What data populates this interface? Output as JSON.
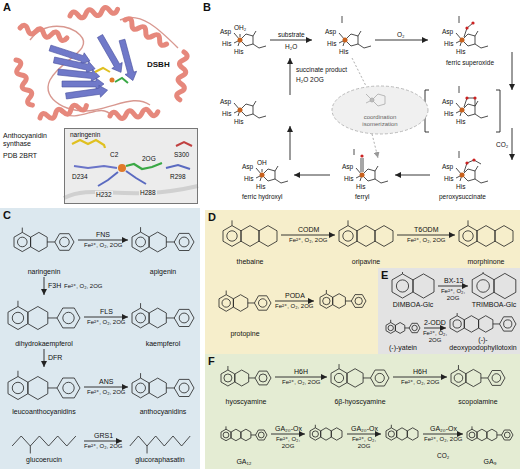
{
  "diagram": {
    "nodes": [
      {
        "text": [
          "naringenin",
          "C2",
          "2OG",
          "S300",
          "R298",
          "D234",
          "H232",
          "H288"
        ]
      },
      {
        "text": [
          "C"
        ]
      },
      {
        "text": [
          "naringenin"
        ],
        "in": 1
      },
      {
        "text": [
          "apigenin"
        ],
        "in": 1
      },
      {
        "text": [
          "dihydrokaempferol"
        ],
        "in": 1
      },
      {
        "text": [
          "kaempferol"
        ],
        "in": 1
      },
      {
        "text": [
          "leucoanthocyanidins"
        ],
        "in": 1
      },
      {
        "text": [
          "anthocyanidins"
        ],
        "in": 1
      },
      {
        "text": [
          "glucoerucin"
        ],
        "in": 1
      },
      {
        "text": [
          "glucoraphasatin"
        ],
        "in": 1
      },
      {
        "text": [
          "D"
        ]
      },
      {
        "text": [
          "thebaine"
        ],
        "in": 10
      },
      {
        "text": [
          "oripavine"
        ],
        "in": 10
      },
      {
        "text": [
          "morphinone"
        ],
        "in": 10
      },
      {
        "text": [
          "protopine"
        ],
        "in": 10
      },
      {
        "text": [
          "E"
        ]
      },
      {
        "text": [
          "DIMBOA-Glc"
        ],
        "in": 15
      },
      {
        "text": [
          "TRIMBOA-Glc"
        ],
        "in": 15
      },
      {
        "text": [
          "(-)-yatein"
        ],
        "in": 15
      },
      {
        "text": [
          "(-)-deoxypodophyllotoxin"
        ],
        "in": 15
      },
      {
        "text": [
          "F"
        ]
      },
      {
        "text": [
          "hyoscyamine"
        ],
        "in": 20
      },
      {
        "text": [
          "6β-hyoscyamine"
        ],
        "in": 20
      },
      {
        "text": [
          "scopolamine"
        ],
        "in": 20
      },
      {
        "text": [
          "GA₁₂"
        ],
        "in": 20
      },
      {
        "text": [
          "GA₉"
        ],
        "in": 20
      }
    ],
    "edges": [
      {
        "from": 2,
        "to": 3,
        "label": "FNS",
        "arrow": "to"
      },
      {
        "from": 2,
        "to": 4,
        "label": "F3H",
        "arrow": "to"
      },
      {
        "from": 4,
        "to": 5,
        "label": "FLS",
        "arrow": "to"
      },
      {
        "from": 4,
        "to": 6,
        "label": "DFR",
        "arrow": "to"
      },
      {
        "from": 6,
        "to": 7,
        "label": "ANS",
        "arrow": "to"
      },
      {
        "from": 8,
        "to": 9,
        "label": "GRS1",
        "arrow": "to"
      },
      {
        "from": 11,
        "to": 12,
        "label": "CODM",
        "arrow": "to"
      },
      {
        "from": 12,
        "to": 13,
        "label": "T6ODM",
        "arrow": "to"
      },
      {
        "from": 16,
        "to": 17,
        "label": "BX-13",
        "arrow": "to"
      },
      {
        "from": 18,
        "to": 19,
        "label": "2-ODD",
        "arrow": "to"
      },
      {
        "from": 21,
        "to": 22,
        "label": "H6H",
        "arrow": "to"
      },
      {
        "from": 22,
        "to": 23,
        "label": "H6H",
        "arrow": "to"
      }
    ],
    "labels": [
      "A",
      "DSBH",
      "Anthocyanidin synthase",
      "PDB 2BRT",
      "B",
      "Asp",
      "His",
      "His",
      "Asp",
      "His",
      "His",
      "Asp",
      "His",
      "His",
      "Asp",
      "His",
      "His",
      "Asp",
      "His",
      "His",
      "Asp",
      "His",
      "His",
      "Asp",
      "His",
      "His",
      "Asp",
      "His",
      "His",
      "OH₂",
      "substrate",
      "H₂O",
      "O₂",
      "ferric superoxide",
      "CO₂",
      "peroxysuccinate",
      "ferryl",
      "OH",
      "ferric hydroxyl",
      "succinate product",
      "H₂O 2OG",
      "coordination isomerization",
      "Fe²⁺, O₂, 2OG",
      "Fe²⁺, O₂, 2OG",
      "Fe²⁺, O₂, 2OG",
      "Fe²⁺, O₂, 2OG",
      "Fe²⁺, O₂, 2OG",
      "Fe²⁺, O₂, 2OG",
      "Fe²⁺, O₂, 2OG",
      "PODA",
      "Fe²⁺, O₂, 2OG",
      "Fe²⁺, O₂, 2OG",
      "Fe²⁺, O₂, 2OG",
      "Fe²⁺, O₂, 2OG",
      "Fe²⁺, O₂, 2OG",
      "GA₂₀-Ox",
      "Fe²⁺, O₂, 2OG",
      "GA₂₀-Ox",
      "Fe²⁺, O₂, 2OG",
      "GA₂₀-Ox",
      "Fe²⁺, O₂, 2OG",
      "CO₂"
    ]
  }
}
